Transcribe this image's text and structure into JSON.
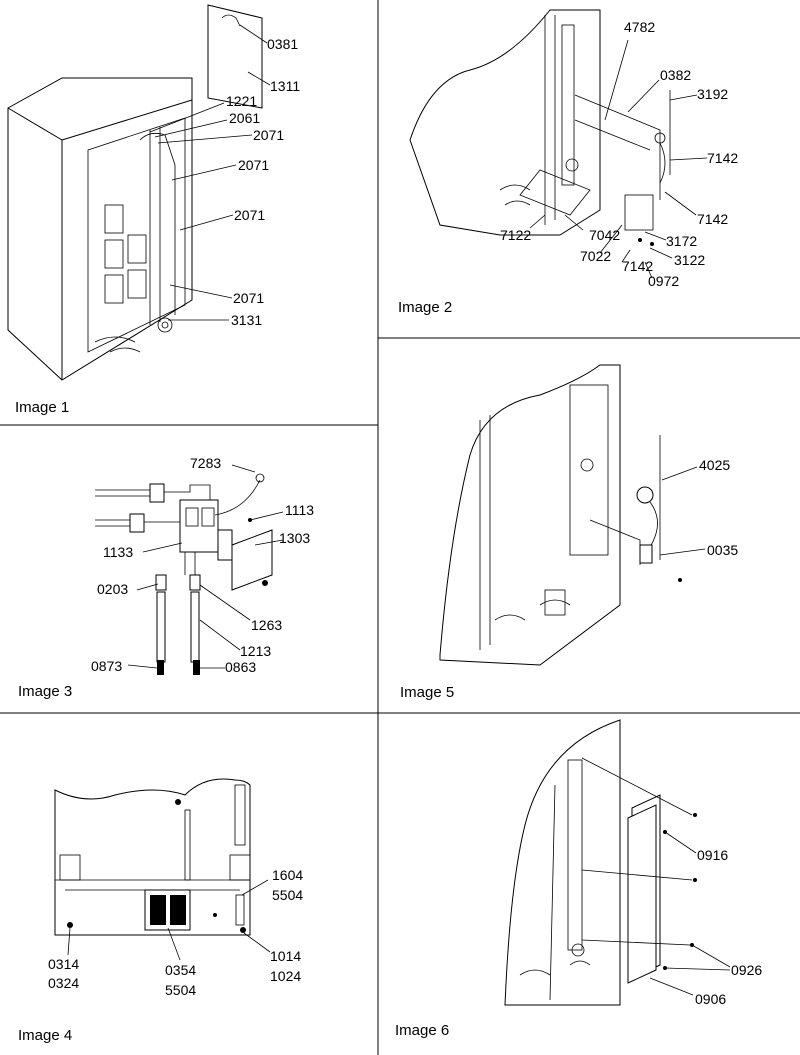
{
  "panels": [
    {
      "caption": "Image 1",
      "callouts": [
        "0381",
        "1311",
        "1221",
        "2061",
        "2071",
        "2071",
        "2071",
        "2071",
        "3131"
      ]
    },
    {
      "caption": "Image 2",
      "callouts": [
        "4782",
        "0382",
        "3192",
        "7142",
        "7142",
        "7122",
        "7042",
        "3172",
        "3122",
        "7022",
        "7142",
        "0972"
      ]
    },
    {
      "caption": "Image 3",
      "callouts": [
        "7283",
        "1113",
        "1303",
        "1133",
        "0203",
        "1263",
        "1213",
        "0873",
        "0863"
      ]
    },
    {
      "caption": "Image 4",
      "callouts": [
        "1604",
        "5504",
        "0314",
        "0324",
        "0354",
        "5504",
        "1014",
        "1024"
      ]
    },
    {
      "caption": "Image 5",
      "callouts": [
        "4025",
        "0035"
      ]
    },
    {
      "caption": "Image 6",
      "callouts": [
        "0916",
        "0926",
        "0906"
      ]
    }
  ]
}
